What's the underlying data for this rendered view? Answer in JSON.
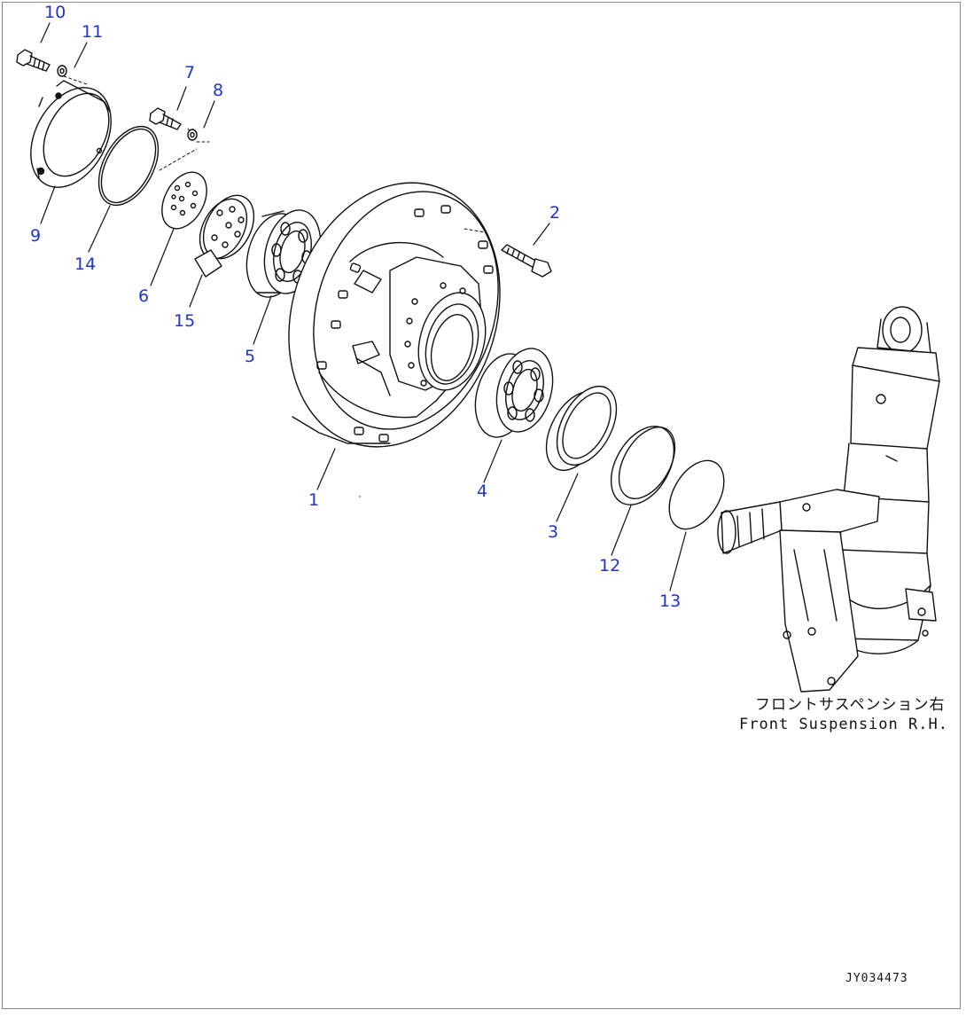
{
  "diagram": {
    "callouts": [
      {
        "id": "c10",
        "label": "10"
      },
      {
        "id": "c11",
        "label": "11"
      },
      {
        "id": "c7",
        "label": "7"
      },
      {
        "id": "c8",
        "label": "8"
      },
      {
        "id": "c9",
        "label": "9"
      },
      {
        "id": "c14",
        "label": "14"
      },
      {
        "id": "c6",
        "label": "6"
      },
      {
        "id": "c15",
        "label": "15"
      },
      {
        "id": "c5",
        "label": "5"
      },
      {
        "id": "c2",
        "label": "2"
      },
      {
        "id": "c1",
        "label": "1"
      },
      {
        "id": "c4",
        "label": "4"
      },
      {
        "id": "c3",
        "label": "3"
      },
      {
        "id": "c12",
        "label": "12"
      },
      {
        "id": "c13",
        "label": "13"
      }
    ],
    "caption_jp": "フロントサスペンション右",
    "caption_en": "Front Suspension R.H.",
    "drawing_id": "JY034473"
  }
}
